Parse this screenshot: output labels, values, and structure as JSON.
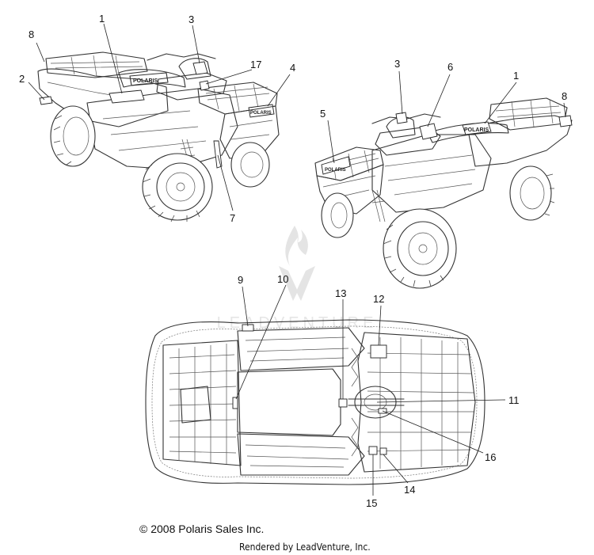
{
  "callouts_front_left": [
    "1",
    "2",
    "3",
    "4",
    "7",
    "8",
    "17"
  ],
  "callouts_front_right": [
    "1",
    "3",
    "5",
    "6",
    "8"
  ],
  "callouts_top": [
    "9",
    "10",
    "11",
    "12",
    "13",
    "14",
    "15",
    "16"
  ],
  "footer": {
    "copyright": "© 2008 Polaris Sales Inc.",
    "rendered_by": "Rendered by LeadVenture, Inc."
  },
  "brand_text": "POLARIS",
  "watermark_text": "LEADVENTURE"
}
